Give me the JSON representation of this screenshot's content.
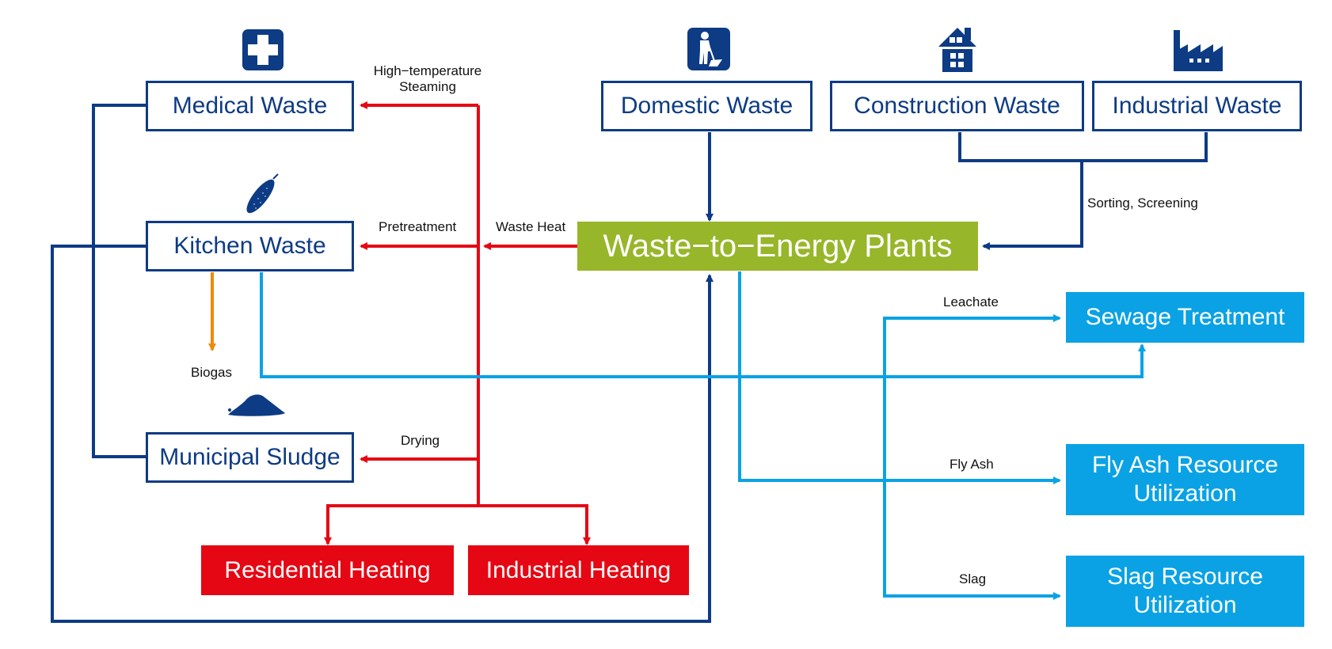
{
  "colors": {
    "navy": "#0d3b84",
    "red": "#e50814",
    "light_blue": "#0aa2e4",
    "green": "#97b629",
    "orange": "#ee8a0c"
  },
  "sources": {
    "medical": {
      "label": "Medical Waste",
      "icon": "medical-cross-icon"
    },
    "kitchen": {
      "label": "Kitchen Waste",
      "icon": "cucumber-icon"
    },
    "sludge": {
      "label": "Municipal Sludge",
      "icon": "sludge-pile-icon"
    },
    "domestic": {
      "label": "Domestic Waste",
      "icon": "street-sweeper-icon"
    },
    "construction": {
      "label": "Construction Waste",
      "icon": "house-icon"
    },
    "industrial": {
      "label": "Industrial Waste",
      "icon": "factory-icon"
    }
  },
  "hub": {
    "label": "Waste−to−Energy Plants"
  },
  "heating": {
    "residential": {
      "label": "Residential Heating"
    },
    "industrial": {
      "label": "Industrial Heating"
    }
  },
  "outputs": {
    "sewage": {
      "label": "Sewage Treatment"
    },
    "fly_ash": {
      "label": "Fly Ash Resource Utilization"
    },
    "slag": {
      "label": "Slag Resource Utilization"
    }
  },
  "edge_labels": {
    "high_temp_line1": "High−temperature",
    "high_temp_line2": "Steaming",
    "pretreatment": "Pretreatment",
    "waste_heat": "Waste Heat",
    "drying": "Drying",
    "biogas": "Biogas",
    "sorting": "Sorting, Screening",
    "leachate": "Leachate",
    "fly_ash": "Fly Ash",
    "slag": "Slag"
  }
}
